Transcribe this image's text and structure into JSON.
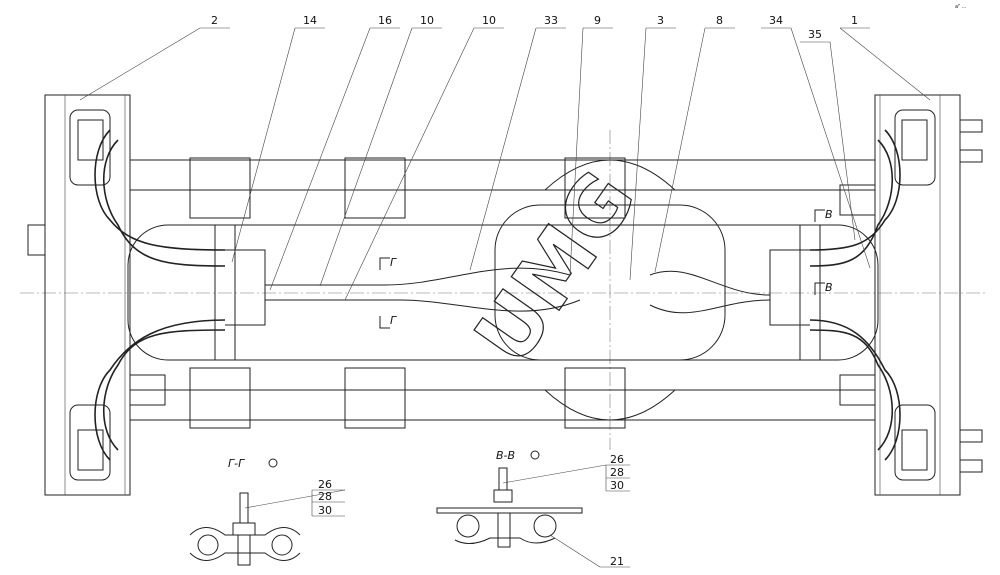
{
  "drawing": {
    "top_right_note": "aᴾ ...",
    "watermark": "UMG",
    "callouts": [
      "2",
      "14",
      "16",
      "10",
      "10",
      "33",
      "9",
      "3",
      "8",
      "34",
      "35",
      "1"
    ],
    "section_marks": {
      "g": "Г",
      "v": "В"
    },
    "sections": [
      {
        "title": "Г-Г",
        "positions": [
          "26",
          "28",
          "30"
        ]
      },
      {
        "title": "В-В",
        "positions": [
          "26",
          "28",
          "30"
        ],
        "extra_callout": "21"
      }
    ]
  }
}
